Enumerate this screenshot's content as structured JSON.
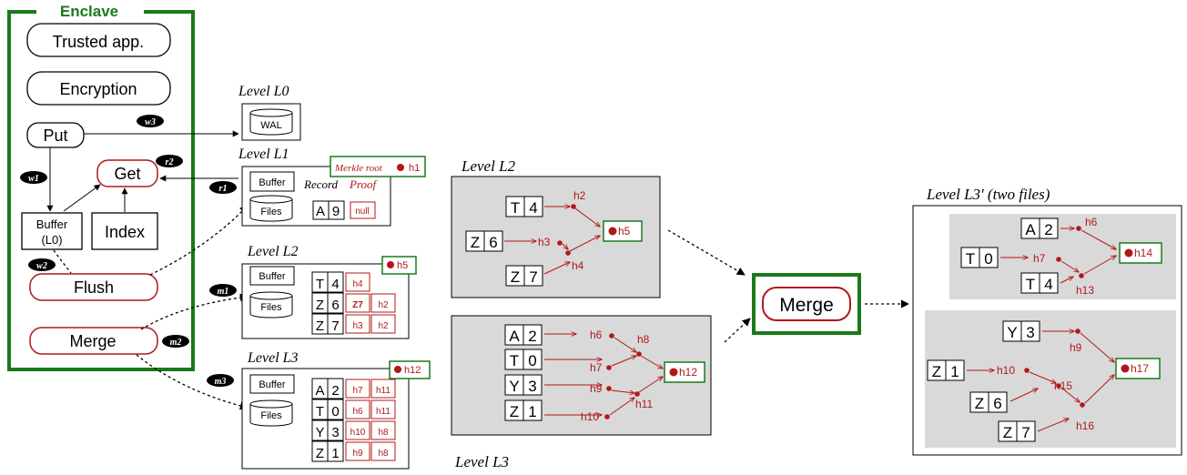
{
  "enclave": {
    "title": "Enclave",
    "trusted_app": "Trusted app.",
    "encryption": "Encryption",
    "put": "Put",
    "get": "Get",
    "buffer_l0_line1": "Buffer",
    "buffer_l0_line2": "(L0)",
    "index": "Index",
    "flush": "Flush",
    "merge": "Merge"
  },
  "steps": {
    "w1": "w1",
    "w2": "w2",
    "w3": "w3",
    "r1": "r1",
    "r2": "r2",
    "m1": "m1",
    "m2": "m2",
    "m3": "m3"
  },
  "levels": {
    "l0": {
      "title": "Level L0",
      "wal": "WAL"
    },
    "l1": {
      "title": "Level L1",
      "merkle_root_label": "Merkle root",
      "merkle_root_hash": "h1",
      "buffer": "Buffer",
      "files": "Files",
      "record_header": "Record",
      "proof_header": "Proof",
      "rows": [
        {
          "key": "A",
          "val": "9",
          "proof": "null"
        }
      ]
    },
    "l2": {
      "title": "Level L2",
      "root_hash": "h5",
      "buffer": "Buffer",
      "files": "Files",
      "rows": [
        {
          "key": "T",
          "val": "4",
          "p1": "h4",
          "p2": ""
        },
        {
          "key": "Z",
          "val": "6",
          "p1": "Z7",
          "p2": "h2"
        },
        {
          "key": "Z",
          "val": "7",
          "p1": "h3",
          "p2": "h2"
        }
      ]
    },
    "l3": {
      "title": "Level L3",
      "root_hash": "h12",
      "buffer": "Buffer",
      "files": "Files",
      "rows": [
        {
          "key": "A",
          "val": "2",
          "p1": "h7",
          "p2": "h11"
        },
        {
          "key": "T",
          "val": "0",
          "p1": "h6",
          "p2": "h11"
        },
        {
          "key": "Y",
          "val": "3",
          "p1": "h10",
          "p2": "h8"
        },
        {
          "key": "Z",
          "val": "1",
          "p1": "h9",
          "p2": "h8"
        }
      ]
    }
  },
  "tree_l2": {
    "title": "Level L2",
    "records": [
      {
        "key": "T",
        "val": "4"
      },
      {
        "key": "Z",
        "val": "6"
      },
      {
        "key": "Z",
        "val": "7"
      }
    ],
    "hashes": {
      "a": "h2",
      "b": "h3",
      "c": "h4",
      "root": "h5"
    }
  },
  "tree_l3": {
    "title": "Level L3",
    "records": [
      {
        "key": "A",
        "val": "2"
      },
      {
        "key": "T",
        "val": "0"
      },
      {
        "key": "Y",
        "val": "3"
      },
      {
        "key": "Z",
        "val": "1"
      }
    ],
    "hashes": {
      "a": "h6",
      "b": "h7",
      "c": "h9",
      "d": "h10",
      "e": "h8",
      "f": "h11",
      "root": "h12"
    }
  },
  "merge_center": "Merge",
  "tree_l3p": {
    "title": "Level L3' (two files)",
    "file1": {
      "records": [
        {
          "key": "A",
          "val": "2"
        },
        {
          "key": "T",
          "val": "0"
        },
        {
          "key": "T",
          "val": "4"
        }
      ],
      "hashes": {
        "a": "h6",
        "b": "h7",
        "c": "h13",
        "root": "h14"
      }
    },
    "file2": {
      "records": [
        {
          "key": "Y",
          "val": "3"
        },
        {
          "key": "Z",
          "val": "1"
        },
        {
          "key": "Z",
          "val": "6"
        },
        {
          "key": "Z",
          "val": "7"
        }
      ],
      "hashes": {
        "a": "h9",
        "b": "h10",
        "c": "h15",
        "d": "h16",
        "root": "h17"
      }
    }
  },
  "colors": {
    "green": "#1a7a1a",
    "red": "#b01818",
    "gray_panel": "#d9d9d9",
    "black": "#000000"
  }
}
